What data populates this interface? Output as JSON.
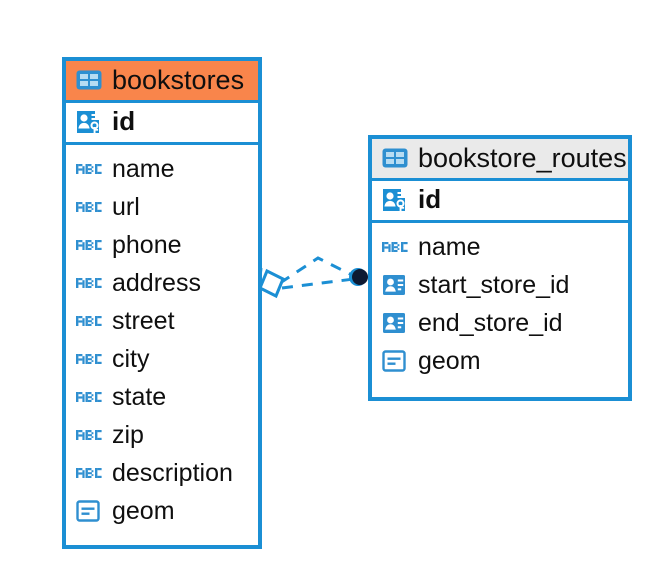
{
  "diagram": {
    "type": "entity-relationship-diagram",
    "background_color": "#ffffff",
    "accent_color": "#1b8fd4",
    "highlight_color": "#f9854b",
    "entities": [
      {
        "name": "bookstores",
        "header_color": "#f9854b",
        "header_icon": "table-icon",
        "primary_key": {
          "name": "id",
          "icon": "primary-key-icon"
        },
        "fields": [
          {
            "name": "name",
            "icon": "abc-icon"
          },
          {
            "name": "url",
            "icon": "abc-icon"
          },
          {
            "name": "phone",
            "icon": "abc-icon"
          },
          {
            "name": "address",
            "icon": "abc-icon"
          },
          {
            "name": "street",
            "icon": "abc-icon"
          },
          {
            "name": "city",
            "icon": "abc-icon"
          },
          {
            "name": "state",
            "icon": "abc-icon"
          },
          {
            "name": "zip",
            "icon": "abc-icon"
          },
          {
            "name": "description",
            "icon": "abc-icon"
          },
          {
            "name": "geom",
            "icon": "geometry-icon"
          }
        ]
      },
      {
        "name": "bookstore_routes",
        "header_color": "#eaeaea",
        "header_icon": "table-icon",
        "primary_key": {
          "name": "id",
          "icon": "primary-key-icon"
        },
        "fields": [
          {
            "name": "name",
            "icon": "abc-icon"
          },
          {
            "name": "start_store_id",
            "icon": "foreign-key-icon"
          },
          {
            "name": "end_store_id",
            "icon": "foreign-key-icon"
          },
          {
            "name": "geom",
            "icon": "geometry-icon"
          }
        ]
      }
    ],
    "relationship": {
      "line_style": "dashed",
      "line_color": "#1b8fd4",
      "source_endpoint": "diamond",
      "target_endpoint": "filled-circle",
      "target_endpoint_color": "#0d1a33"
    }
  }
}
